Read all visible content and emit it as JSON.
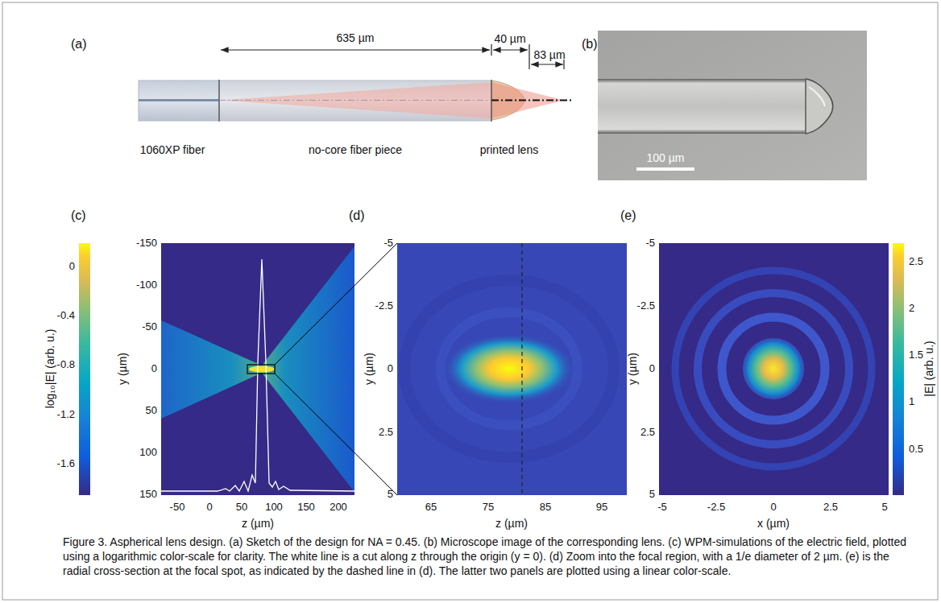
{
  "diagram": {
    "caption": "Figure 3. Aspherical lens design. (a) Sketch of the design for NA = 0.45. (b) Microscope image of the corresponding lens. (c) WPM-simulations of the electric field, plotted using a logarithmic color-scale for clarity. The white line is a cut along z through the origin (y = 0). (d) Zoom into the focal region, with a 1/e diameter of 2 µm. (e) is the radial cross-section at the focal spot, as indicated by the dashed line in (d). The latter two panels are plotted using a linear color-scale.",
    "labels": [
      "(a)",
      "635 µm",
      "40 µm",
      "83 µm",
      "1060XP fiber",
      "no-core fiber piece",
      "printed lens",
      "(b)",
      "100 µm",
      "(c)",
      "log₁₀|E| (arb. u.)",
      "0",
      "-0.4",
      "-0.8",
      "-1.2",
      "-1.6",
      "y (µm)",
      "-150",
      "-100",
      "-50",
      "0",
      "50",
      "100",
      "150",
      "z (µm)",
      "-50",
      "0",
      "50",
      "100",
      "150",
      "200",
      "(d)",
      "y (µm)",
      "-5",
      "-2.5",
      "0",
      "2.5",
      "5",
      "z (µm)",
      "65",
      "75",
      "85",
      "95",
      "(e)",
      "y (µm)",
      "-5",
      "-2.5",
      "0",
      "2.5",
      "5",
      "x (µm)",
      "-5",
      "-2.5",
      "0",
      "2.5",
      "5",
      "|E| (arb. u.)",
      "2.5",
      "2",
      "1.5",
      "1",
      "0.5"
    ]
  }
}
